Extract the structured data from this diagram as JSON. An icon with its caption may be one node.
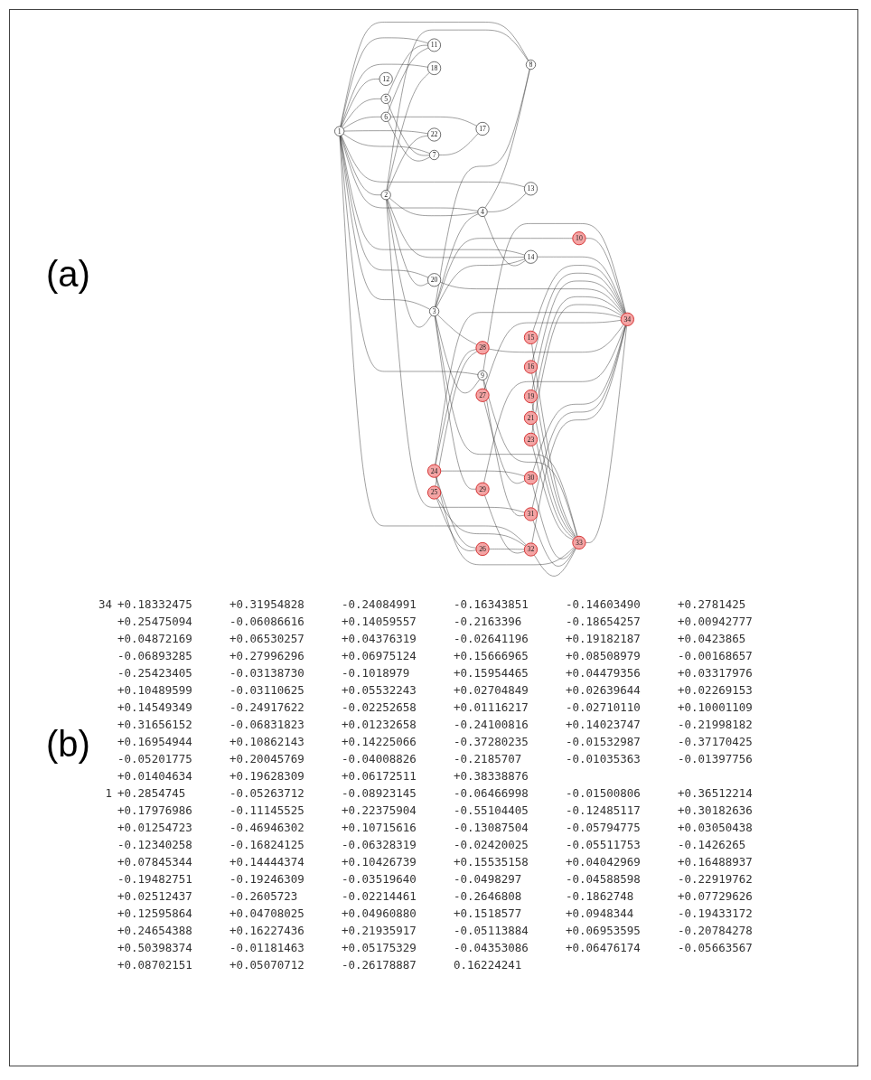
{
  "diagram": {
    "nodes": [
      {
        "text": [
          "1"
        ]
      },
      {
        "text": [
          "2"
        ]
      },
      {
        "text": [
          "3"
        ]
      },
      {
        "text": [
          "4"
        ]
      },
      {
        "text": [
          "5"
        ]
      },
      {
        "text": [
          "6"
        ]
      },
      {
        "text": [
          "7"
        ]
      },
      {
        "text": [
          "8"
        ]
      },
      {
        "text": [
          "9"
        ]
      },
      {
        "text": [
          "10"
        ]
      },
      {
        "text": [
          "11"
        ]
      },
      {
        "text": [
          "12"
        ]
      },
      {
        "text": [
          "13"
        ]
      },
      {
        "text": [
          "14"
        ]
      },
      {
        "text": [
          "15"
        ]
      },
      {
        "text": [
          "16"
        ]
      },
      {
        "text": [
          "17"
        ]
      },
      {
        "text": [
          "18"
        ]
      },
      {
        "text": [
          "19"
        ]
      },
      {
        "text": [
          "20"
        ]
      },
      {
        "text": [
          "21"
        ]
      },
      {
        "text": [
          "22"
        ]
      },
      {
        "text": [
          "23"
        ]
      },
      {
        "text": [
          "24"
        ]
      },
      {
        "text": [
          "25"
        ]
      },
      {
        "text": [
          "26"
        ]
      },
      {
        "text": [
          "27"
        ]
      },
      {
        "text": [
          "28"
        ]
      },
      {
        "text": [
          "29"
        ]
      },
      {
        "text": [
          "30"
        ]
      },
      {
        "text": [
          "31"
        ]
      },
      {
        "text": [
          "32"
        ]
      },
      {
        "text": [
          "33"
        ]
      },
      {
        "text": [
          "34"
        ]
      }
    ],
    "edges": [
      {
        "from": 0,
        "to": 1,
        "arrow": "none"
      },
      {
        "from": 0,
        "to": 2,
        "arrow": "none"
      },
      {
        "from": 0,
        "to": 3,
        "arrow": "none"
      },
      {
        "from": 0,
        "to": 4,
        "arrow": "none"
      },
      {
        "from": 0,
        "to": 5,
        "arrow": "none"
      },
      {
        "from": 0,
        "to": 6,
        "arrow": "none"
      },
      {
        "from": 0,
        "to": 7,
        "arrow": "none"
      },
      {
        "from": 0,
        "to": 8,
        "arrow": "none"
      },
      {
        "from": 0,
        "to": 10,
        "arrow": "none"
      },
      {
        "from": 0,
        "to": 11,
        "arrow": "none"
      },
      {
        "from": 0,
        "to": 12,
        "arrow": "none"
      },
      {
        "from": 0,
        "to": 13,
        "arrow": "none"
      },
      {
        "from": 0,
        "to": 17,
        "arrow": "none"
      },
      {
        "from": 0,
        "to": 19,
        "arrow": "none"
      },
      {
        "from": 0,
        "to": 21,
        "arrow": "none"
      },
      {
        "from": 0,
        "to": 31,
        "arrow": "none"
      },
      {
        "from": 1,
        "to": 2,
        "arrow": "none"
      },
      {
        "from": 1,
        "to": 3,
        "arrow": "none"
      },
      {
        "from": 1,
        "to": 7,
        "arrow": "none"
      },
      {
        "from": 1,
        "to": 13,
        "arrow": "none"
      },
      {
        "from": 1,
        "to": 17,
        "arrow": "none"
      },
      {
        "from": 1,
        "to": 19,
        "arrow": "none"
      },
      {
        "from": 1,
        "to": 21,
        "arrow": "none"
      },
      {
        "from": 1,
        "to": 30,
        "arrow": "none"
      },
      {
        "from": 2,
        "to": 3,
        "arrow": "none"
      },
      {
        "from": 2,
        "to": 7,
        "arrow": "none"
      },
      {
        "from": 2,
        "to": 8,
        "arrow": "none"
      },
      {
        "from": 2,
        "to": 9,
        "arrow": "none"
      },
      {
        "from": 2,
        "to": 13,
        "arrow": "none"
      },
      {
        "from": 2,
        "to": 27,
        "arrow": "none"
      },
      {
        "from": 2,
        "to": 28,
        "arrow": "none"
      },
      {
        "from": 2,
        "to": 32,
        "arrow": "none"
      },
      {
        "from": 3,
        "to": 7,
        "arrow": "none"
      },
      {
        "from": 3,
        "to": 12,
        "arrow": "none"
      },
      {
        "from": 3,
        "to": 13,
        "arrow": "none"
      },
      {
        "from": 4,
        "to": 6,
        "arrow": "none"
      },
      {
        "from": 4,
        "to": 10,
        "arrow": "none"
      },
      {
        "from": 5,
        "to": 6,
        "arrow": "none"
      },
      {
        "from": 5,
        "to": 10,
        "arrow": "none"
      },
      {
        "from": 5,
        "to": 16,
        "arrow": "none"
      },
      {
        "from": 6,
        "to": 16,
        "arrow": "none"
      },
      {
        "from": 8,
        "to": 30,
        "arrow": "none"
      },
      {
        "from": 8,
        "to": 32,
        "arrow": "none"
      },
      {
        "from": 8,
        "to": 33,
        "arrow": "none"
      },
      {
        "from": 9,
        "to": 33,
        "arrow": "none"
      },
      {
        "from": 13,
        "to": 33,
        "arrow": "none"
      },
      {
        "from": 14,
        "to": 32,
        "arrow": "none"
      },
      {
        "from": 14,
        "to": 33,
        "arrow": "none"
      },
      {
        "from": 15,
        "to": 32,
        "arrow": "none"
      },
      {
        "from": 15,
        "to": 33,
        "arrow": "none"
      },
      {
        "from": 18,
        "to": 32,
        "arrow": "none"
      },
      {
        "from": 18,
        "to": 33,
        "arrow": "none"
      },
      {
        "from": 19,
        "to": 33,
        "arrow": "none"
      },
      {
        "from": 20,
        "to": 32,
        "arrow": "none"
      },
      {
        "from": 20,
        "to": 33,
        "arrow": "none"
      },
      {
        "from": 22,
        "to": 32,
        "arrow": "none"
      },
      {
        "from": 22,
        "to": 33,
        "arrow": "none"
      },
      {
        "from": 23,
        "to": 25,
        "arrow": "none"
      },
      {
        "from": 23,
        "to": 27,
        "arrow": "none"
      },
      {
        "from": 23,
        "to": 29,
        "arrow": "none"
      },
      {
        "from": 23,
        "to": 32,
        "arrow": "none"
      },
      {
        "from": 23,
        "to": 33,
        "arrow": "none"
      },
      {
        "from": 24,
        "to": 25,
        "arrow": "none"
      },
      {
        "from": 24,
        "to": 27,
        "arrow": "none"
      },
      {
        "from": 24,
        "to": 31,
        "arrow": "none"
      },
      {
        "from": 25,
        "to": 31,
        "arrow": "none"
      },
      {
        "from": 26,
        "to": 29,
        "arrow": "none"
      },
      {
        "from": 26,
        "to": 33,
        "arrow": "none"
      },
      {
        "from": 27,
        "to": 33,
        "arrow": "none"
      },
      {
        "from": 28,
        "to": 31,
        "arrow": "none"
      },
      {
        "from": 28,
        "to": 33,
        "arrow": "none"
      },
      {
        "from": 29,
        "to": 32,
        "arrow": "none"
      },
      {
        "from": 29,
        "to": 33,
        "arrow": "none"
      },
      {
        "from": 30,
        "to": 32,
        "arrow": "none"
      },
      {
        "from": 30,
        "to": 33,
        "arrow": "none"
      },
      {
        "from": 31,
        "to": 32,
        "arrow": "none"
      },
      {
        "from": 31,
        "to": 33,
        "arrow": "none"
      },
      {
        "from": 32,
        "to": 33,
        "arrow": "none"
      }
    ],
    "labels": [
      "(a)",
      "(b)",
      "34",
      "+0.18332475",
      "+0.31954828",
      "-0.24084991",
      "-0.16343851",
      "-0.14603490",
      "+0.2781425",
      "+0.25475094",
      "-0.06086616",
      "+0.14059557",
      "-0.2163396",
      "-0.18654257",
      "+0.00942777",
      "+0.04872169",
      "+0.06530257",
      "+0.04376319",
      "-0.02641196",
      "+0.19182187",
      "+0.0423865",
      "-0.06893285",
      "+0.27996296",
      "+0.06975124",
      "+0.15666965",
      "+0.08508979",
      "-0.00168657",
      "-0.25423405",
      "-0.03138730",
      "-0.1018979",
      "+0.15954465",
      "+0.04479356",
      "+0.03317976",
      "+0.10489599",
      "-0.03110625",
      "+0.05532243",
      "+0.02704849",
      "+0.02639644",
      "+0.02269153",
      "+0.14549349",
      "-0.24917622",
      "-0.02252658",
      "+0.01116217",
      "-0.02710110",
      "+0.10001109",
      "+0.31656152",
      "-0.06831823",
      "+0.01232658",
      "-0.24100816",
      "+0.14023747",
      "-0.21998182",
      "+0.16954944",
      "+0.10862143",
      "+0.14225066",
      "-0.37280235",
      "-0.01532987",
      "-0.37170425",
      "-0.05201775",
      "+0.20045769",
      "-0.04008826",
      "-0.2185707",
      "-0.01035363",
      "-0.01397756",
      "+0.01404634",
      "+0.19628309",
      "+0.06172511",
      "+0.38338876",
      "1",
      "+0.2854745",
      "-0.05263712",
      "-0.08923145",
      "-0.06466998",
      "-0.01500806",
      "+0.36512214",
      "+0.17976986",
      "-0.11145525",
      "+0.22375904",
      "-0.55104405",
      "-0.12485117",
      "+0.30182636",
      "+0.01254723",
      "-0.46946302",
      "+0.10715616",
      "-0.13087504",
      "-0.05794775",
      "+0.03050438",
      "-0.12340258",
      "-0.16824125",
      "-0.06328319",
      "-0.02420025",
      "-0.05511753",
      "-0.1426265",
      "+0.07845344",
      "+0.14444374",
      "+0.10426739",
      "+0.15535158",
      "+0.04042969",
      "+0.16488937",
      "-0.19482751",
      "-0.19246309",
      "-0.03519640",
      "-0.0498297",
      "-0.04588598",
      "-0.22919762",
      "+0.02512437",
      "-0.2605723",
      "-0.02214461",
      "-0.2646808",
      "-0.1862748",
      "+0.07729626",
      "+0.12595864",
      "+0.04708025",
      "+0.04960880",
      "+0.1518577",
      "+0.0948344",
      "-0.19433172",
      "+0.24654388",
      "+0.16227436",
      "+0.21935917",
      "-0.05113884",
      "+0.06953595",
      "-0.20784278",
      "+0.50398374",
      "-0.01181463",
      "+0.05175329",
      "-0.04353086",
      "+0.06476174",
      "-0.05663567",
      "+0.08702151",
      "+0.05070712",
      "-0.26178887",
      "0.16224241"
    ]
  }
}
